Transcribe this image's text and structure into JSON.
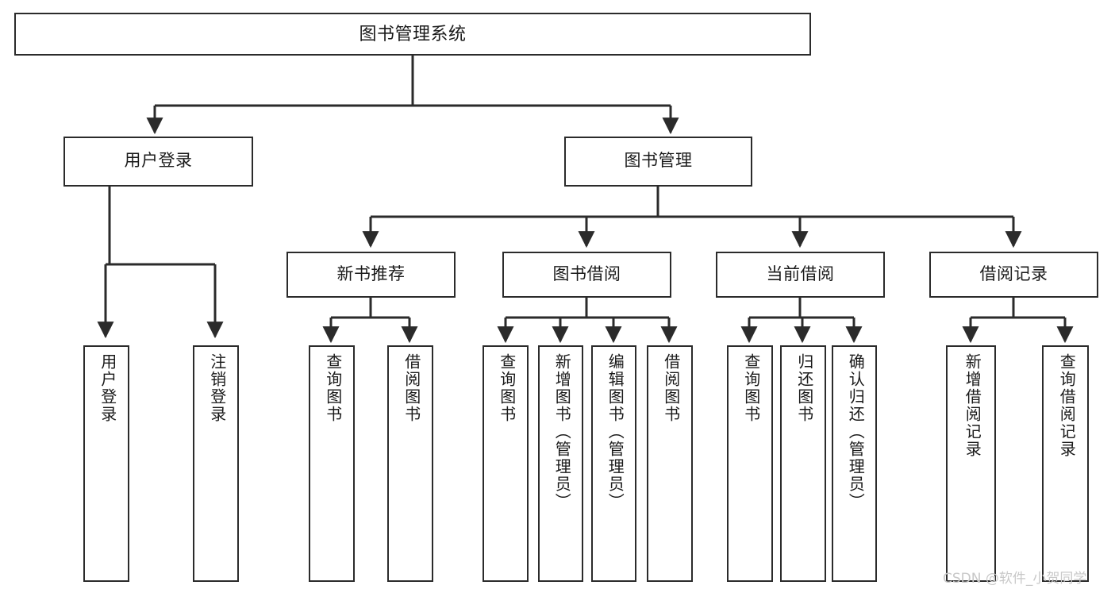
{
  "diagram": {
    "title": "图书管理系统",
    "watermark": "CSDN @软件_小贺同学",
    "colors": {
      "stroke": "#2b2b2b",
      "fill": "#ffffff",
      "text": "#1a1a1a",
      "watermark": "#c8c8c8"
    },
    "root": {
      "label": "图书管理系统"
    },
    "level2": [
      {
        "label": "用户登录"
      },
      {
        "label": "图书管理"
      }
    ],
    "level3": [
      {
        "label": "新书推荐"
      },
      {
        "label": "图书借阅"
      },
      {
        "label": "当前借阅"
      },
      {
        "label": "借阅记录"
      }
    ],
    "leaves": {
      "user_login": [
        {
          "label": "用户登录"
        },
        {
          "label": "注销登录"
        }
      ],
      "new_book": [
        {
          "label": "查询图书"
        },
        {
          "label": "借阅图书"
        }
      ],
      "book_borrow": [
        {
          "label": "查询图书"
        },
        {
          "label": "新增图书（管理员）"
        },
        {
          "label": "编辑图书（管理员）"
        },
        {
          "label": "借阅图书"
        }
      ],
      "current_borrow": [
        {
          "label": "查询图书"
        },
        {
          "label": "归还图书"
        },
        {
          "label": "确认归还（管理员）"
        }
      ],
      "borrow_record": [
        {
          "label": "新增借阅记录"
        },
        {
          "label": "查询借阅记录"
        }
      ]
    }
  }
}
